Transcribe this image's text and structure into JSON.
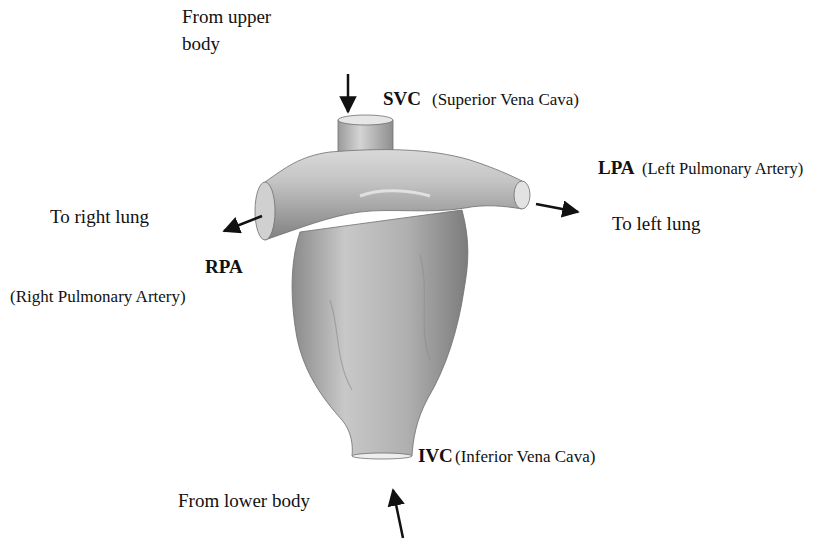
{
  "diagram": {
    "labels": [
      "From upper body",
      "SVC",
      "(Superior Vena Cava)",
      "LPA",
      "(Left Pulmonary Artery)",
      "To right lung",
      "To left lung",
      "RPA",
      "(Right Pulmonary Artery)",
      "IVC",
      "(Inferior Vena Cava)",
      "From lower body"
    ]
  }
}
